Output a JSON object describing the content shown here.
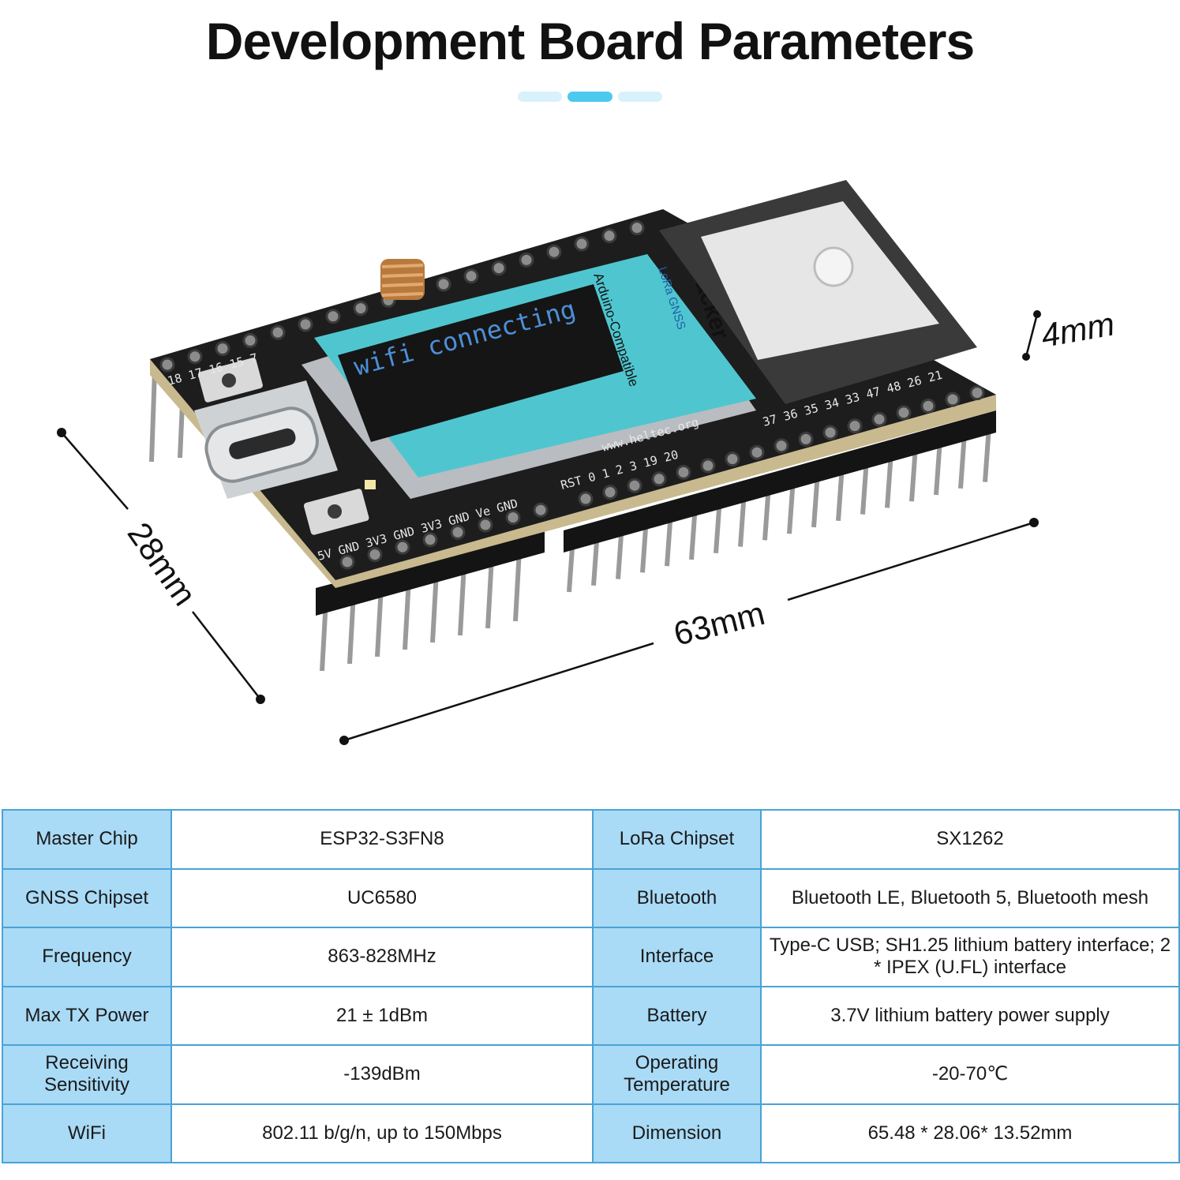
{
  "page": {
    "title": "Development Board Parameters"
  },
  "dashes": [
    {
      "color": "#d8f1fb"
    },
    {
      "color": "#4cc9ee"
    },
    {
      "color": "#d8f1fb"
    }
  ],
  "illustration": {
    "dimensions": {
      "width": "63mm",
      "depth": "28mm",
      "height": "4mm"
    },
    "screen_text": "wifi connecting",
    "brand": "Tracker",
    "brand_sub": "LoRa GNSS",
    "brand_line": "Arduino-Compatible",
    "url": "www.heltec.org",
    "top_pins": "18 17 16 15 7",
    "right_pins": "37 36 35 34 33 47 48 26 21",
    "mid_pins": "RST 0 1 2 3 19 20",
    "bottom_pins": "5V GND 3V3 GND 3V3 GND Ve GND"
  },
  "specs": [
    {
      "left_label": "Master Chip",
      "left_value": "ESP32-S3FN8",
      "right_label": "LoRa Chipset",
      "right_value": "SX1262"
    },
    {
      "left_label": "GNSS Chipset",
      "left_value": "UC6580",
      "right_label": "Bluetooth",
      "right_value": "Bluetooth LE, Bluetooth 5, Bluetooth mesh"
    },
    {
      "left_label": "Frequency",
      "left_value": "863-828MHz",
      "right_label": "Interface",
      "right_value": "Type-C USB; SH1.25 lithium battery interface; 2 * IPEX (U.FL) interface"
    },
    {
      "left_label": "Max TX Power",
      "left_value": "21 ± 1dBm",
      "right_label": "Battery",
      "right_value": "3.7V lithium battery power supply"
    },
    {
      "left_label": "Receiving Sensitivity",
      "left_value": "-139dBm",
      "right_label": "Operating Temperature",
      "right_value": "-20-70℃"
    },
    {
      "left_label": "WiFi",
      "left_value": "802.11 b/g/n, up to 150Mbps",
      "right_label": "Dimension",
      "right_value": "65.48 * 28.06* 13.52mm"
    }
  ]
}
